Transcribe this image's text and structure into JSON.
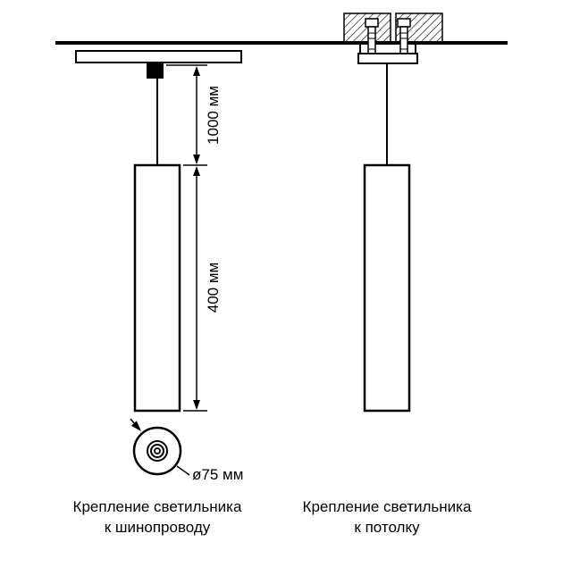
{
  "diagram": {
    "dimensions": {
      "drop_height": "1000 мм",
      "body_height": "400 мм",
      "diameter": "ø75 мм"
    },
    "captions": {
      "left": {
        "line1": "Крепление светильника",
        "line2": "к шинопроводу"
      },
      "right": {
        "line1": "Крепление светильника",
        "line2": "к потолку"
      }
    },
    "colors": {
      "line": "#000000",
      "background": "#ffffff"
    }
  }
}
